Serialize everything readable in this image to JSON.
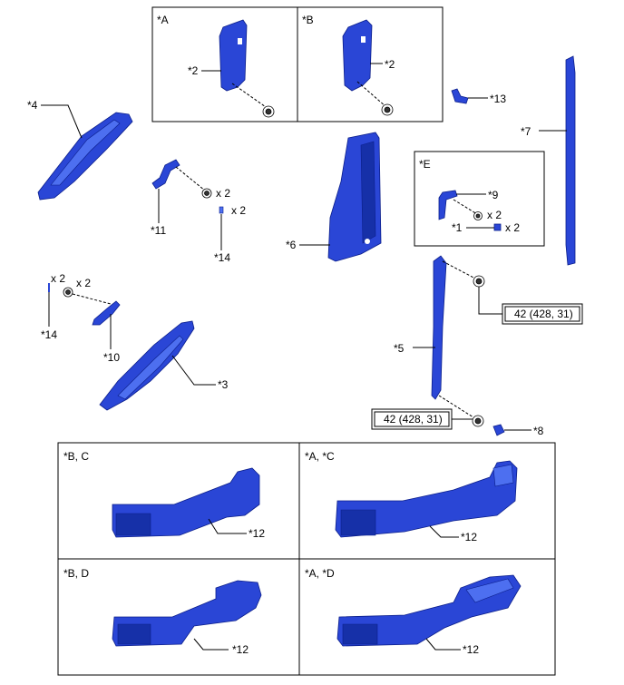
{
  "boxes": {
    "A": "*A",
    "B": "*B",
    "E": "*E",
    "bc": "*B, C",
    "ac": "*A, *C",
    "bd": "*B, D",
    "ad": "*A, *D"
  },
  "callouts": {
    "c2a": "*2",
    "c2b": "*2",
    "c13": "*13",
    "c4": "*4",
    "c7": "*7",
    "c11": "*11",
    "c14a": "*14",
    "c6": "*6",
    "c9": "*9",
    "c1": "*1",
    "c14b": "*14",
    "c10": "*10",
    "c3": "*3",
    "c5": "*5",
    "c8": "*8",
    "c12a": "*12",
    "c12b": "*12",
    "c12c": "*12",
    "c12d": "*12"
  },
  "quantities": {
    "q11bolt": "x 2",
    "q14a": "x 2",
    "q9bolt": "x 2",
    "q1": "x 2",
    "q14b": "x 2",
    "q10bolt": "x 2"
  },
  "torque": {
    "upper": "42 (428, 31)",
    "lower": "42 (428, 31)"
  },
  "colors": {
    "part_fill": "#2a46d6",
    "part_outline": "#0b1e8a"
  }
}
